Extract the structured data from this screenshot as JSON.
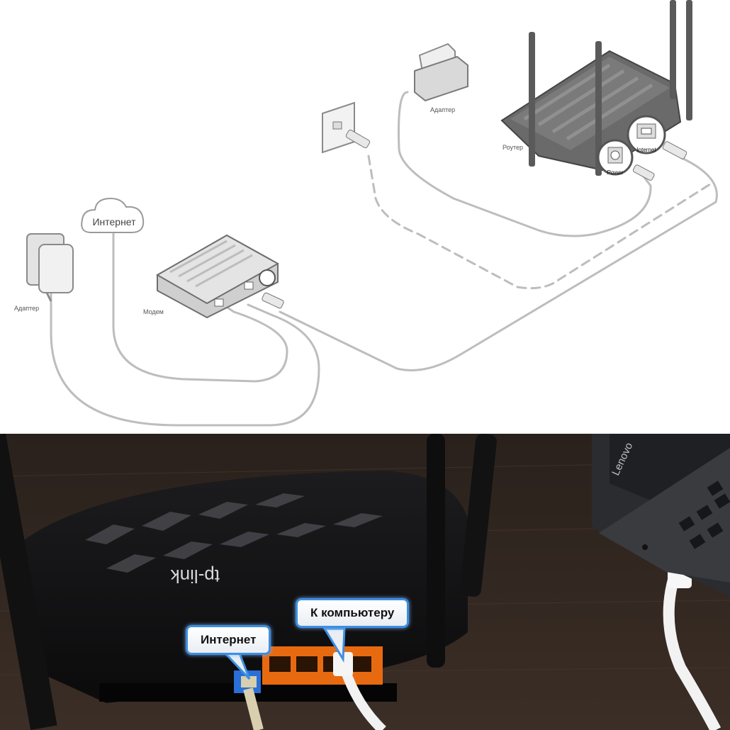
{
  "diagram": {
    "cloud_label": "Интернет",
    "modem_label": "Модем",
    "adapter_left_label": "Адаптер",
    "adapter_right_label": "Адаптер",
    "router_label": "Роутер",
    "port_internet_label": "Internet",
    "port_power_label": "Power"
  },
  "photo": {
    "brand_logo": "tp-link",
    "laptop_brand": "Lenovo",
    "callout_internet": "Интернет",
    "callout_computer": "К компьютеру",
    "colors": {
      "callout_border": "#3d8fe0",
      "lan_ports": "#e86a10",
      "wan_port": "#2a6fd6"
    }
  }
}
